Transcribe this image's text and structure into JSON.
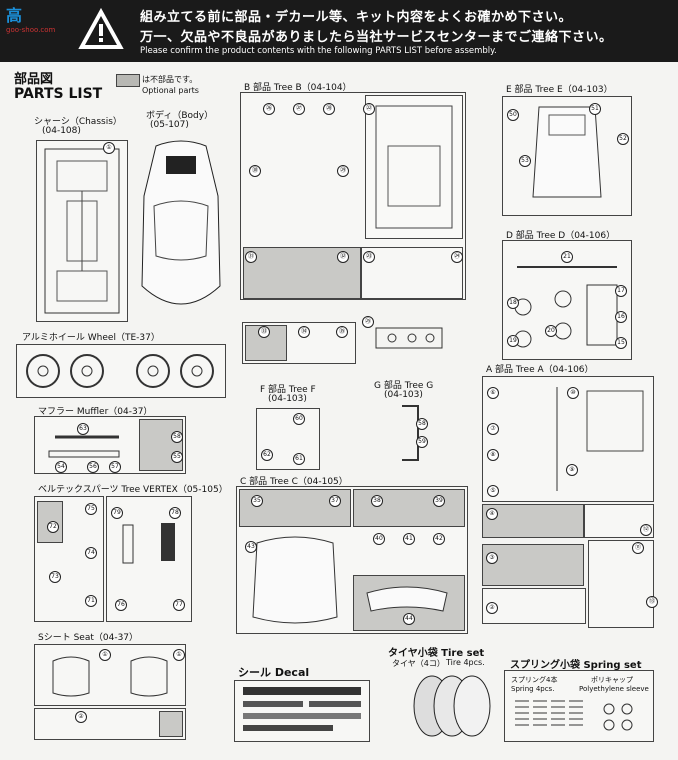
{
  "logo": {
    "main": "高",
    "sub": "goo-shoo.com"
  },
  "banner": {
    "line1": "組み立てる前に部品・デカール等、キット内容をよくお確かめ下さい。",
    "line2": "万一、欠品や不良品がありましたら当社サービスセンターまでご連絡下さい。",
    "line3": "Please confirm the product contents with the following PARTS LIST before assembly."
  },
  "header": {
    "title_jp": "部品図",
    "title_en": "PARTS LIST",
    "legend_jp": "は不部品です。",
    "legend_en": "Optional parts"
  },
  "sections": {
    "chassis": {
      "label": "シャーシ（Chassis）",
      "code": "(04-108)"
    },
    "body": {
      "label": "ボディ（Body）",
      "code": "(05-107)"
    },
    "tree_b": {
      "label": "B 部品 Tree B（04-104）"
    },
    "tree_e": {
      "label": "E 部品 Tree E（04-103）"
    },
    "tree_d": {
      "label": "D 部品 Tree D（04-106）"
    },
    "wheel": {
      "label": "アルミホイール Wheel（TE-37）"
    },
    "muffler": {
      "label": "マフラー Muffler（04-37）"
    },
    "tree_f": {
      "label": "F 部品 Tree F",
      "code": "(04-103)"
    },
    "tree_g": {
      "label": "G 部品 Tree G",
      "code": "(04-103)"
    },
    "tree_a": {
      "label": "A 部品 Tree A（04-106）"
    },
    "vertex": {
      "label": "ベルテックスパーツ Tree VERTEX（05-105）"
    },
    "tree_c": {
      "label": "C 部品 Tree C（04-105）"
    },
    "seat": {
      "label": "Sシート Seat（04-37）"
    },
    "decal": {
      "label": "シール Decal"
    },
    "tire": {
      "label": "タイヤ小袋 Tire set",
      "sub_jp": "タイヤ（4コ）",
      "sub_en": "Tire 4pcs."
    },
    "spring": {
      "label": "スプリング小袋 Spring set",
      "a_jp": "スプリング4本",
      "a_en": "Spring 4pcs.",
      "b_jp": "ポリキャップ",
      "b_en": "Polyethylene sleeve"
    }
  },
  "numbers": {
    "chassis": [
      "①"
    ],
    "tree_b": [
      "㉖",
      "㉗",
      "㉘",
      "㉒",
      "㉚",
      "㉙",
      "㉛",
      "㉜",
      "㉝",
      "㉞",
      "㉟",
      "㉓",
      "㉔",
      "㉕"
    ],
    "tree_e": [
      "51",
      "50",
      "53",
      "52"
    ],
    "tree_d": [
      "21",
      "18",
      "19",
      "20",
      "17",
      "16",
      "15"
    ],
    "muffler": [
      "63",
      "54",
      "56",
      "57",
      "58",
      "55"
    ],
    "tree_f": [
      "60",
      "61",
      "62"
    ],
    "tree_g": [
      "58",
      "59"
    ],
    "tree_a": [
      "⑩",
      "⑥",
      "⑦",
      "⑧",
      "⑤",
      "④",
      "③",
      "②",
      "⑨",
      "⑫",
      "⑪",
      "⑬"
    ],
    "vertex": [
      "72",
      "75",
      "73",
      "74",
      "71",
      "76",
      "77",
      "79",
      "78"
    ],
    "tree_c": [
      "35",
      "37",
      "38",
      "39",
      "40",
      "41",
      "42",
      "43",
      "44"
    ],
    "seat": [
      "①",
      "①",
      "②"
    ]
  }
}
